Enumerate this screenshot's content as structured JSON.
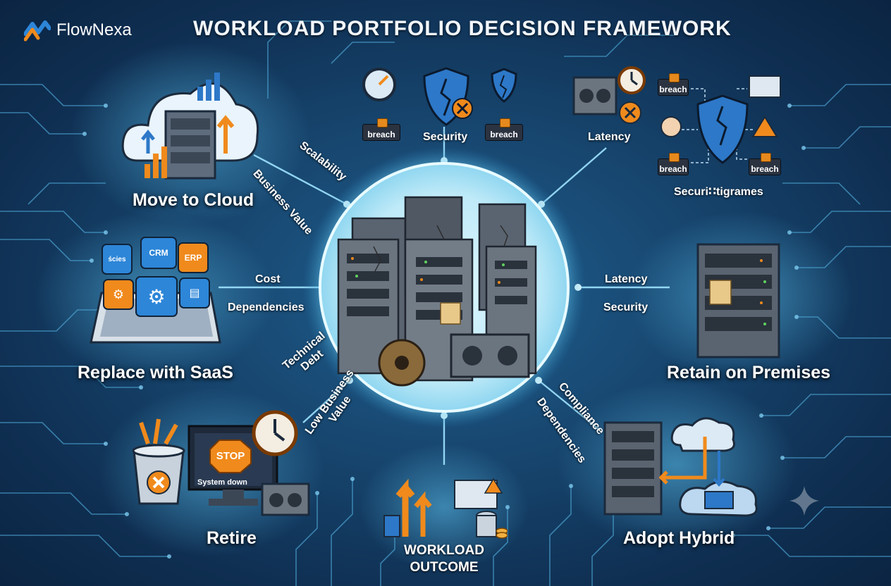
{
  "brand": {
    "name": "FlowNexa",
    "logo_icon": "flownexa-logo-icon"
  },
  "title": "WORKLOAD PORTFOLIO DECISION FRAMEWORK",
  "center": {
    "icon": "legacy-server-cluster-icon"
  },
  "nodes": {
    "move_to_cloud": {
      "label": "Move to Cloud",
      "icon": "cloud-server-growth-icon"
    },
    "replace_saas": {
      "label": "Replace with SaaS",
      "icon": "saas-tablet-icon",
      "tiles": [
        "CRM",
        "ERP",
        "ścies"
      ]
    },
    "retire": {
      "label": "Retire",
      "icon": "trash-stop-icon",
      "stop": "STOP",
      "system_down": "System down"
    },
    "outcome": {
      "line1": "WORKLOAD",
      "line2": "OUTCOME",
      "icon": "workload-outcome-icon"
    },
    "adopt_hybrid": {
      "label": "Adopt Hybrid",
      "icon": "hybrid-server-cloud-icon"
    },
    "retain": {
      "label": "Retain on Premises",
      "icon": "on-premise-rack-icon"
    }
  },
  "top_icons": {
    "security": {
      "label": "Security",
      "breach_left": "breach",
      "breach_right": "breach"
    },
    "latency": {
      "label": "Latency"
    },
    "securitigrames": {
      "label": "Securi∷tigrames",
      "breach_tl": "breach",
      "breach_bl": "breach",
      "breach_br": "breach"
    }
  },
  "connector_labels": {
    "scalability": "Scalability",
    "business_value": "Business Value",
    "cost": "Cost",
    "dependencies_left": "Dependencies",
    "latency_right": "Latency",
    "security_right": "Security",
    "technical_debt_1": "Technical",
    "technical_debt_2": "Debt",
    "low_business_value_1": "Low Business",
    "low_business_value_2": "Value",
    "compliance": "Compliance",
    "dependencies_right": "Dependencies"
  },
  "colors": {
    "background": "#17466f",
    "circuit": "#4fa9d8",
    "glow": "#8fe6ff",
    "accent_orange": "#f08a1c",
    "accent_blue": "#2d78c8"
  }
}
